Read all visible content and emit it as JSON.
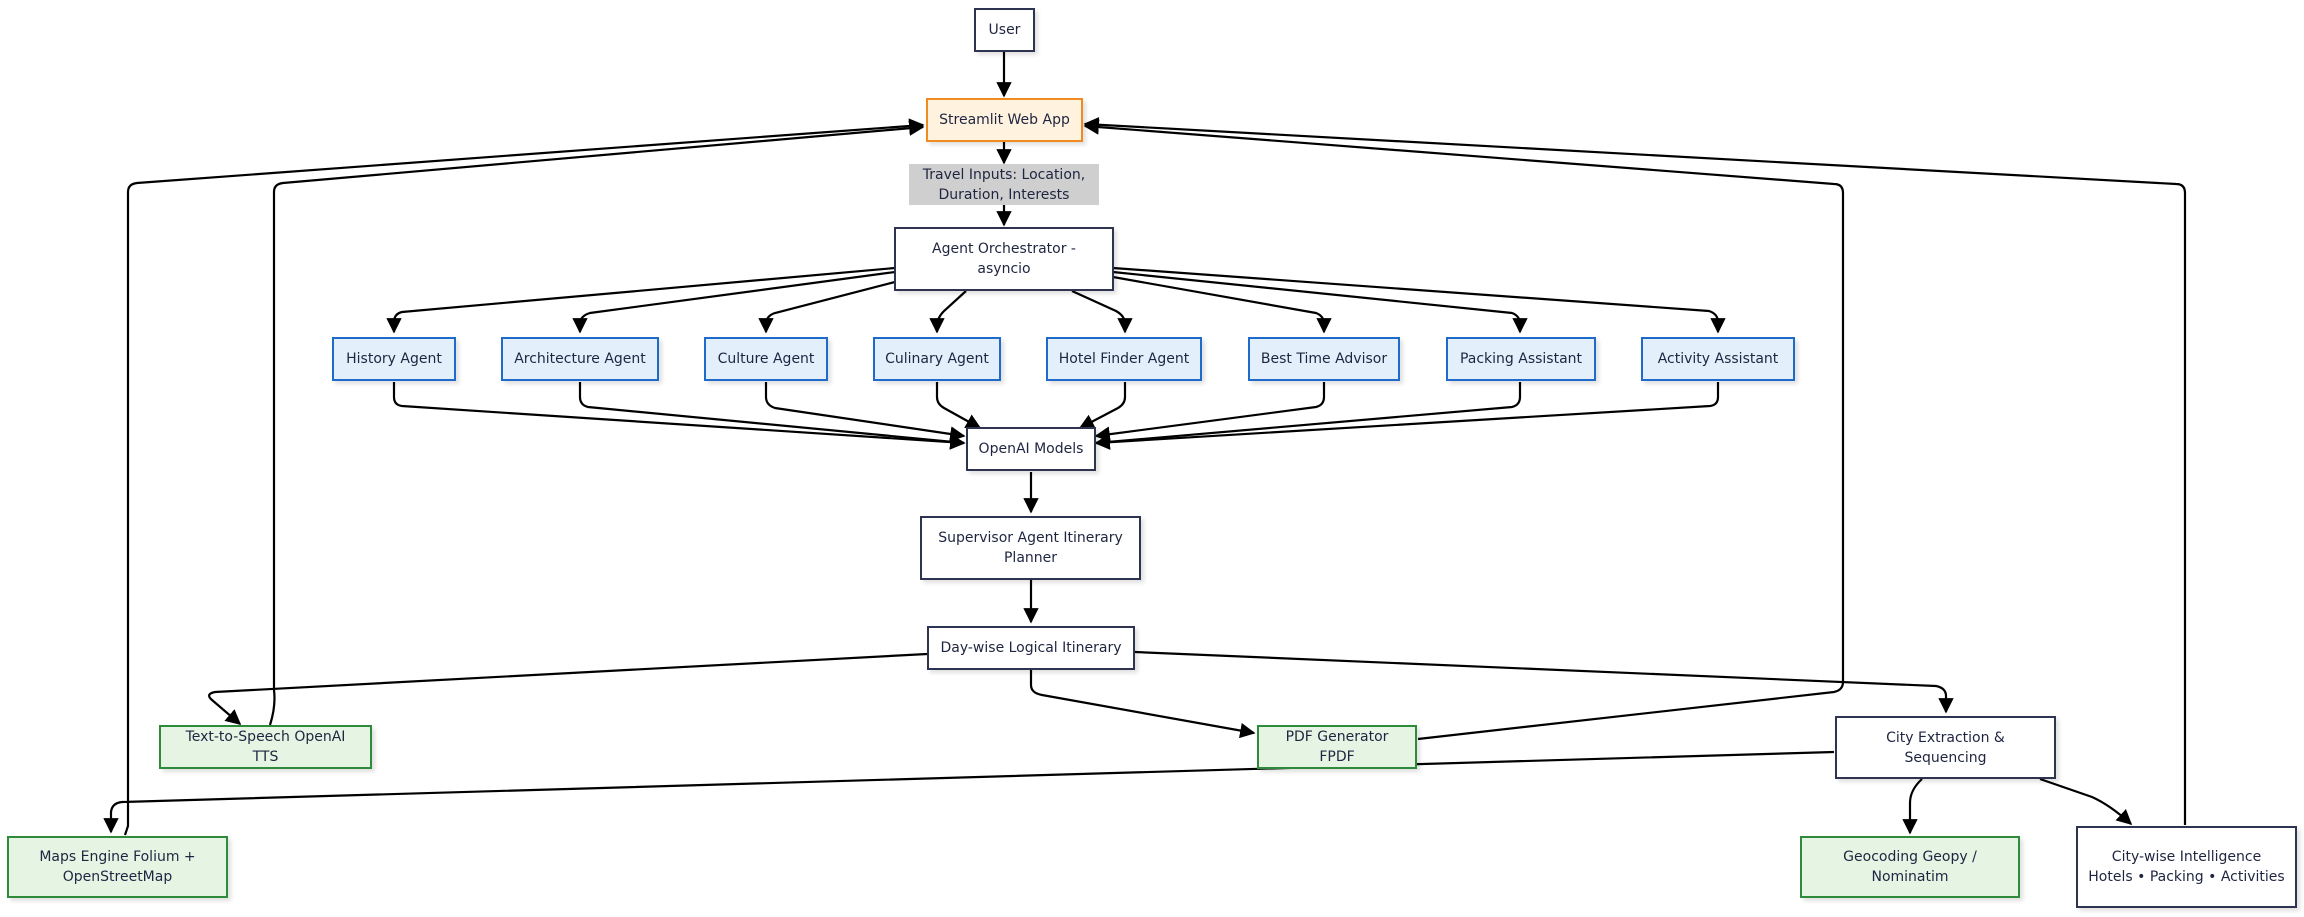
{
  "nodes": {
    "user": "User",
    "streamlit": "Streamlit Web App",
    "travel_inputs": "Travel Inputs: Location, Duration, Interests",
    "orchestrator": "Agent Orchestrator - asyncio",
    "history": "History Agent",
    "architecture": "Architecture Agent",
    "culture": "Culture Agent",
    "culinary": "Culinary Agent",
    "hotel": "Hotel Finder Agent",
    "besttime": "Best Time Advisor",
    "packing": "Packing Assistant",
    "activity": "Activity Assistant",
    "openai": "OpenAI Models",
    "supervisor": "Supervisor Agent Itinerary Planner",
    "daywise": "Day-wise Logical Itinerary",
    "tts": "Text-to-Speech OpenAI TTS",
    "pdf": "PDF Generator FPDF",
    "city_extraction": "City Extraction & Sequencing",
    "maps": "Maps Engine Folium + OpenStreetMap",
    "geocoding": "Geocoding Geopy / Nominatim",
    "citywise": "City-wise Intelligence Hotels • Packing • Activities"
  },
  "colors": {
    "edge": "#000000",
    "default_border": "#2e3450",
    "app_fill": "#fff3e0",
    "app_border": "#f08c1f",
    "agent_fill": "#e3f0fc",
    "agent_border": "#1e6bc9",
    "output_fill": "#e6f4e4",
    "output_border": "#2e8b3a",
    "label_fill": "#cfcfcf"
  }
}
